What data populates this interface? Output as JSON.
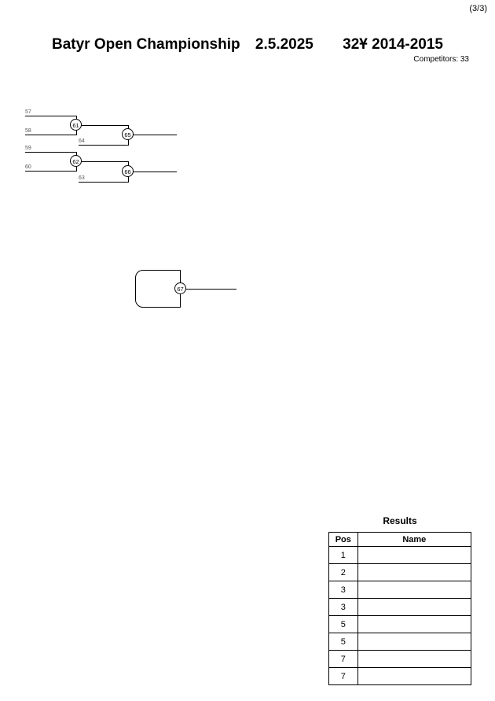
{
  "page_indicator": "(3/3)",
  "header": {
    "title_event": "Batyr Open Championship",
    "title_date": "2.5.2025",
    "title_category": "32Ұ 2014-2015",
    "competitors": "Competitors: 33"
  },
  "bracket": {
    "slot_labels": {
      "s57": "57",
      "s58": "58",
      "s59": "59",
      "s60": "60",
      "s63": "63",
      "s64": "64"
    },
    "matches": {
      "m61": "61",
      "m62": "62",
      "m65": "65",
      "m66": "66",
      "m67": "67"
    }
  },
  "results": {
    "title": "Results",
    "col_pos": "Pos",
    "col_name": "Name",
    "rows": [
      {
        "pos": "1",
        "name": ""
      },
      {
        "pos": "2",
        "name": ""
      },
      {
        "pos": "3",
        "name": ""
      },
      {
        "pos": "3",
        "name": ""
      },
      {
        "pos": "5",
        "name": ""
      },
      {
        "pos": "5",
        "name": ""
      },
      {
        "pos": "7",
        "name": ""
      },
      {
        "pos": "7",
        "name": ""
      }
    ]
  }
}
